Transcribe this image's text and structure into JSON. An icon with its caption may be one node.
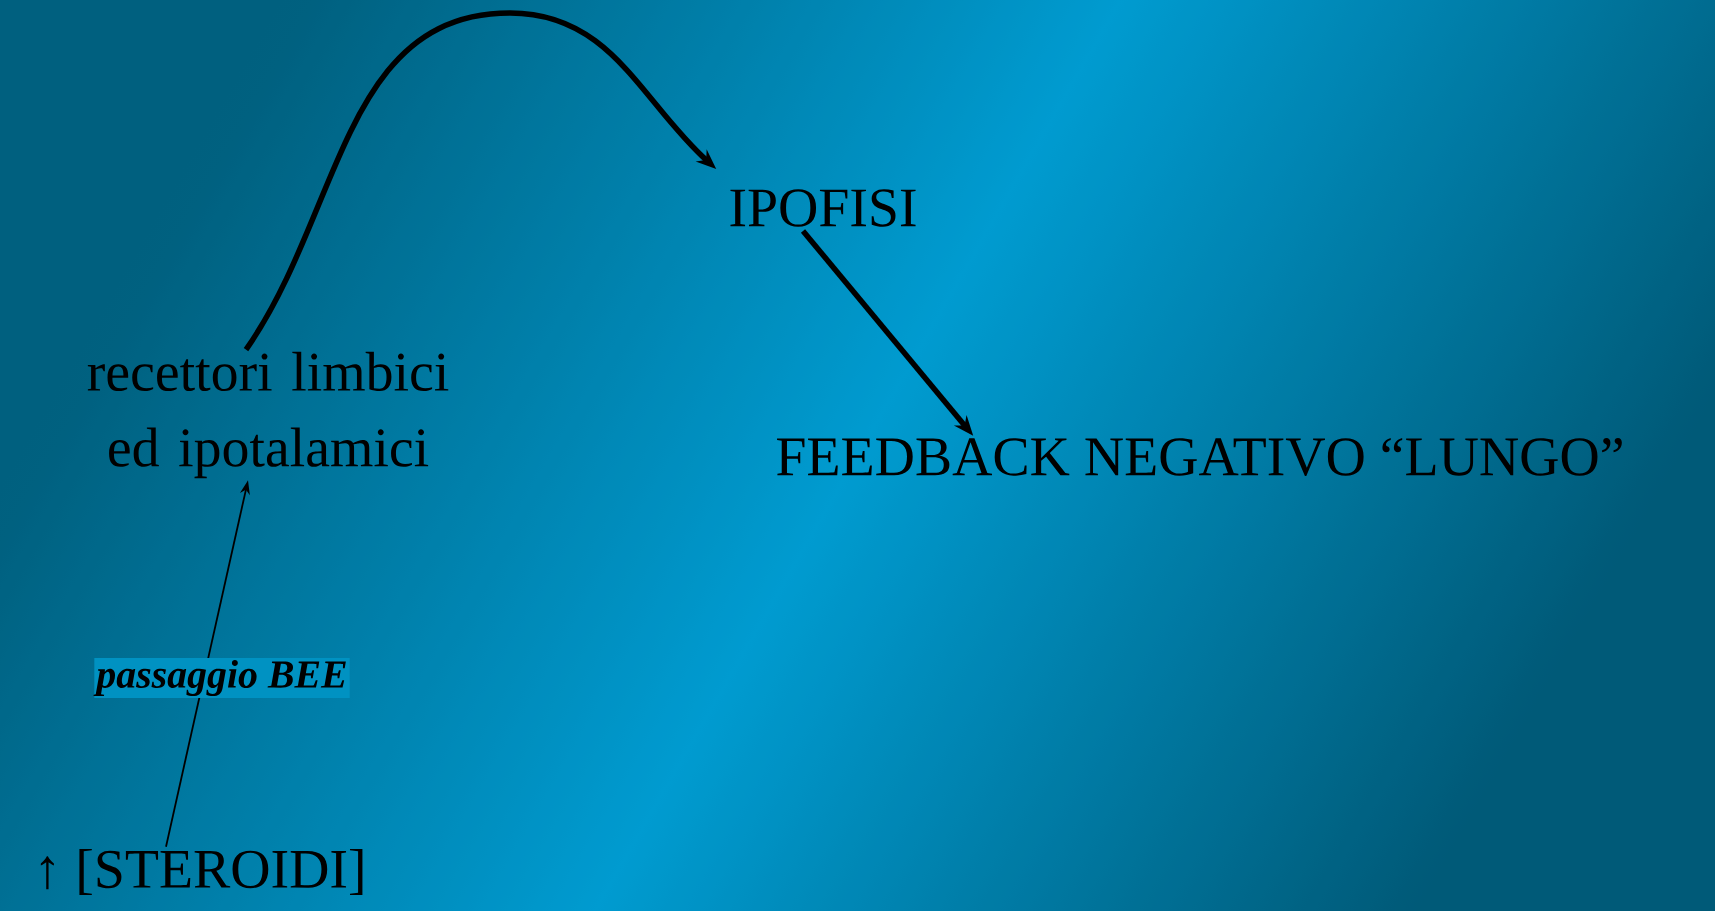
{
  "diagram": {
    "nodes": [
      {
        "text": [
          "↑ [STEROIDI]"
        ]
      },
      {
        "text": [
          "recettori limbici ed ipotalamici"
        ]
      },
      {
        "text": [
          "IPOFISI"
        ]
      },
      {
        "text": [
          "FEEDBACK NEGATIVO “LUNGO”"
        ]
      }
    ],
    "edges": [
      {
        "from": 0,
        "to": 1,
        "arrow": "to",
        "label": "passaggio BEE"
      },
      {
        "from": 1,
        "to": 2,
        "arrow": "to"
      },
      {
        "from": 2,
        "to": 3,
        "arrow": "to"
      }
    ]
  }
}
